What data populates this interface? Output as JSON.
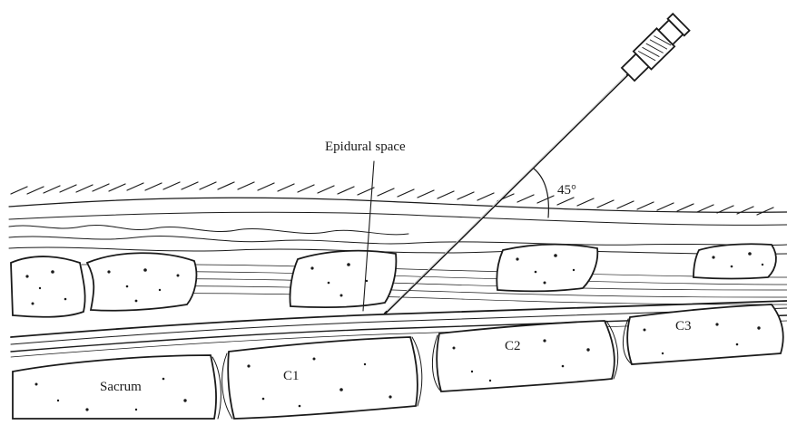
{
  "figure": {
    "labels": {
      "epidural_space": "Epidural space",
      "angle": "45°",
      "sacrum": "Sacrum",
      "c1": "C1",
      "c2": "C2",
      "c3": "C3"
    },
    "ink_color": "#1a1a1a",
    "background_color": "#ffffff"
  }
}
